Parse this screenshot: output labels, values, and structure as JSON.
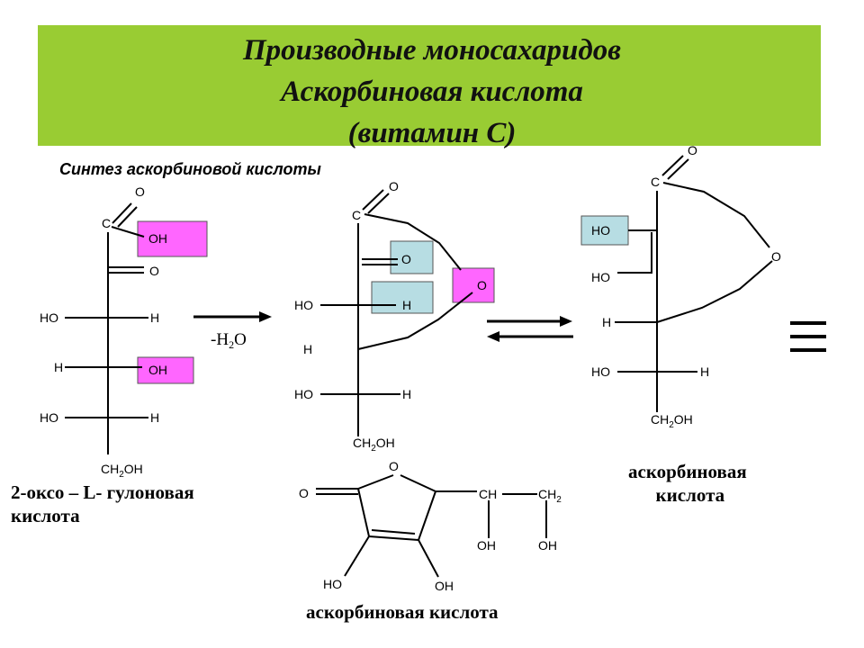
{
  "header": {
    "title_line1": "Производные моносахаридов",
    "title_line2": "Аскорбиновая кислота",
    "title_line3": "(витамин С)"
  },
  "subtitle": "Синтез аскорбиновой кислоты",
  "reaction": {
    "minus_water_prefix": "-H",
    "minus_water_sub": "2",
    "minus_water_suffix": "O"
  },
  "captions": {
    "gulonic_line1": "2-оксо – L- гулоновая",
    "gulonic_line2": "кислота",
    "ascorbic_right_line1": "аскорбиновая",
    "ascorbic_right_line2": "кислота",
    "ascorbic_bottom": "аскорбиновая кислота"
  },
  "atoms": {
    "C": "C",
    "O": "O",
    "OH": "OH",
    "HO": "HO",
    "H": "H",
    "CH": "CH",
    "CH2_prefix": "CH",
    "CH2_sub": "2",
    "CH2OH_suffix": "OH"
  },
  "colors": {
    "banner": "#99cc33",
    "highlight_pink": "#ff66ff",
    "highlight_cyan": "#b7dde3"
  }
}
